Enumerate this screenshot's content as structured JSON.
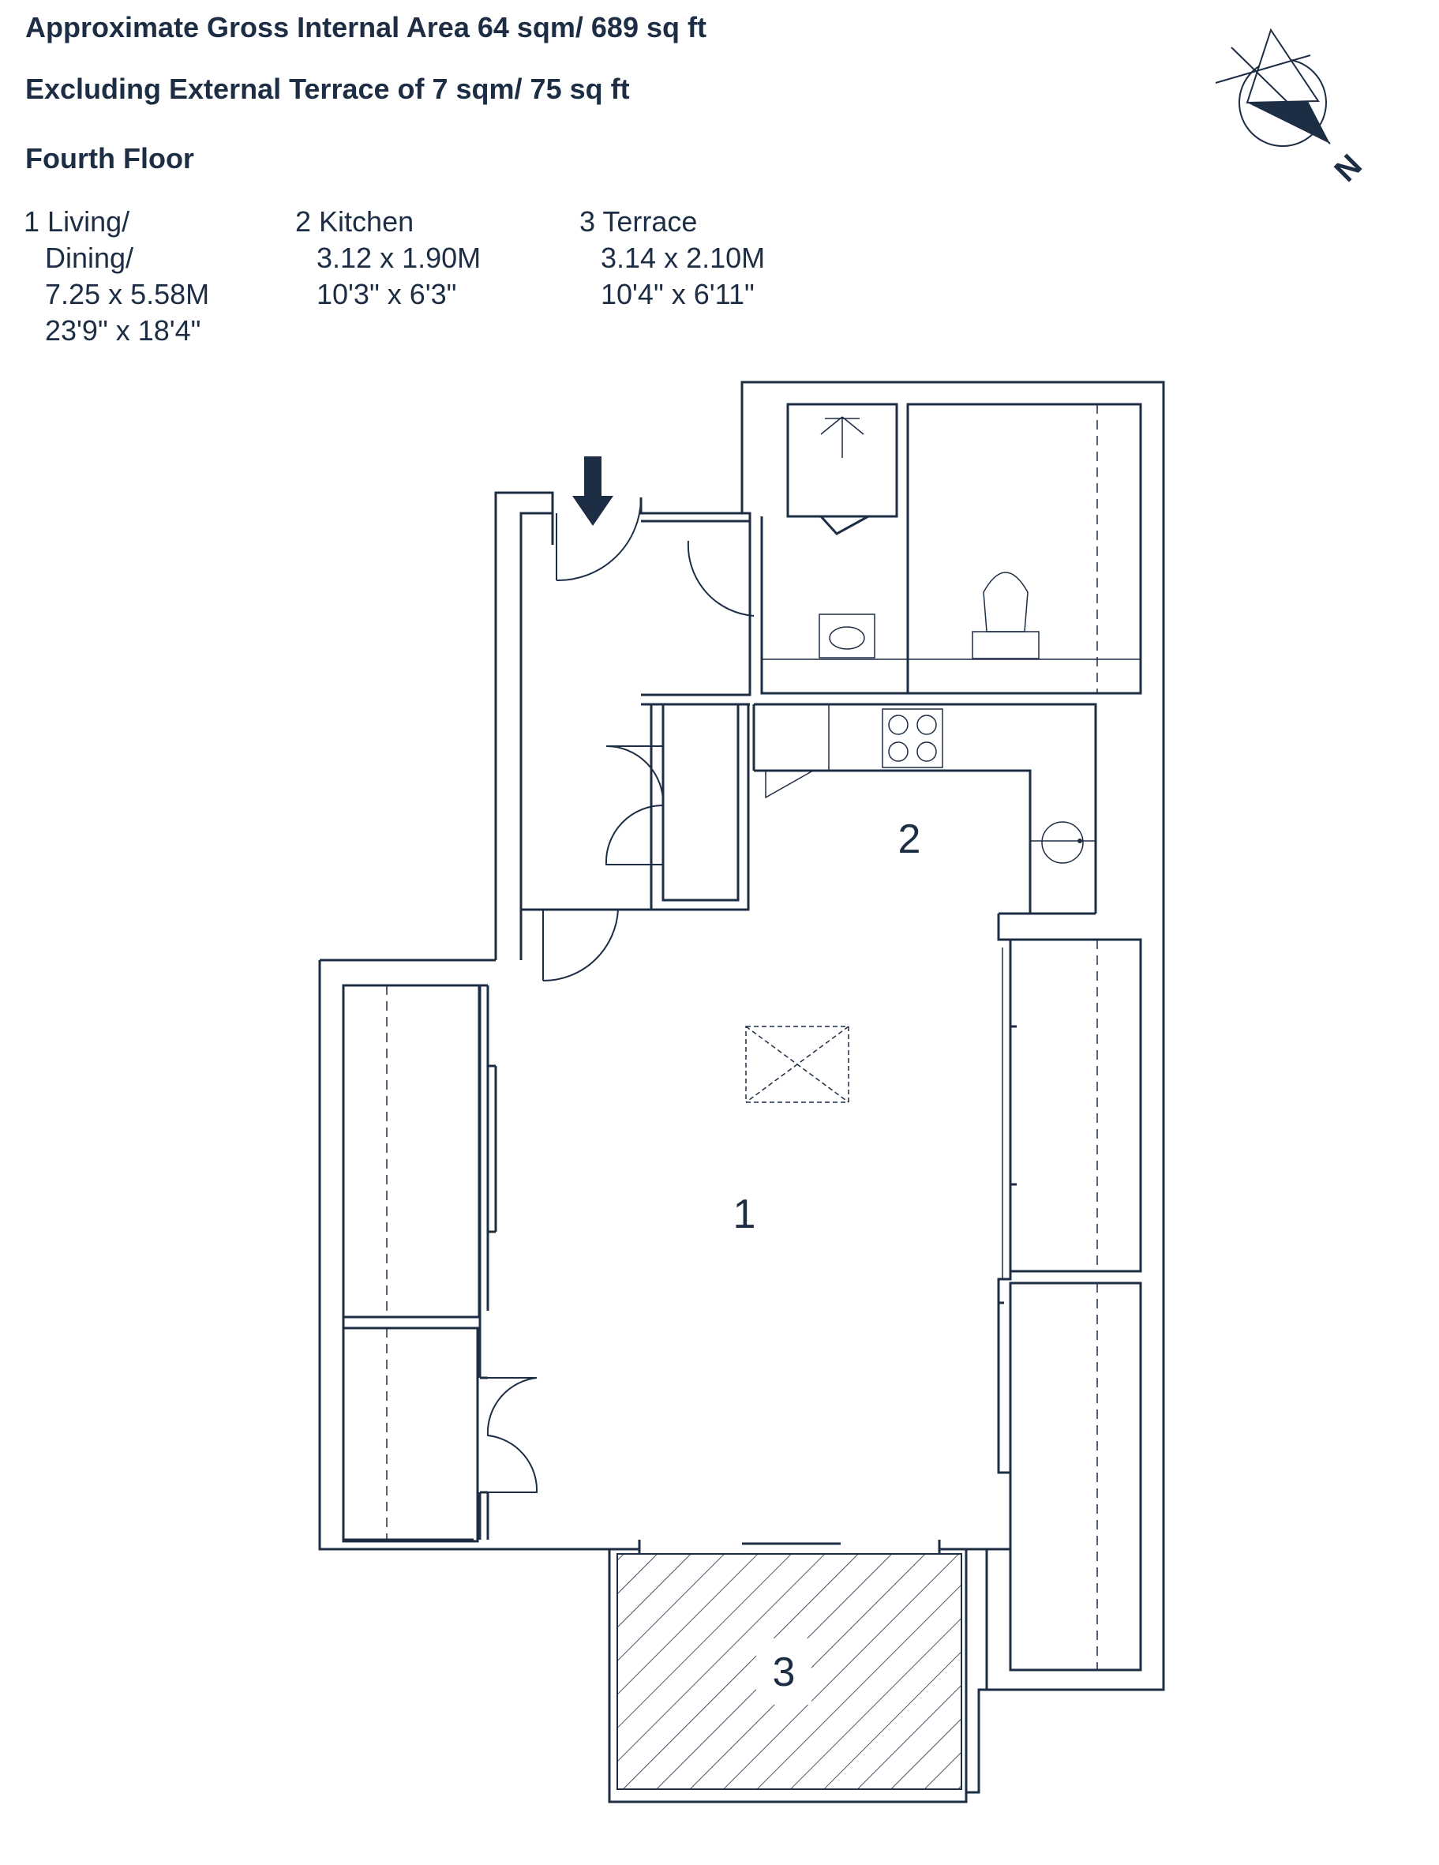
{
  "header": {
    "gross_area": "Approximate Gross Internal Area 64 sqm/ 689 sq ft",
    "terrace_note": "Excluding External Terrace of 7 sqm/ 75 sq ft",
    "floor": "Fourth Floor"
  },
  "rooms": [
    {
      "number": "1",
      "name": "Living/",
      "name2": "Dining/",
      "metric": "7.25 x 5.58M",
      "imperial": "23'9\" x 18'4\""
    },
    {
      "number": "2",
      "name": "Kitchen",
      "metric": "3.12 x 1.90M",
      "imperial": "10'3\" x 6'3\""
    },
    {
      "number": "3",
      "name": "Terrace",
      "metric": "3.14 x 2.10M",
      "imperial": "10'4\" x 6'11\""
    }
  ],
  "plan_labels": {
    "room1": "1",
    "room2": "2",
    "room3": "3"
  },
  "compass": {
    "label": "N"
  },
  "colors": {
    "ink": "#1d2d44"
  }
}
